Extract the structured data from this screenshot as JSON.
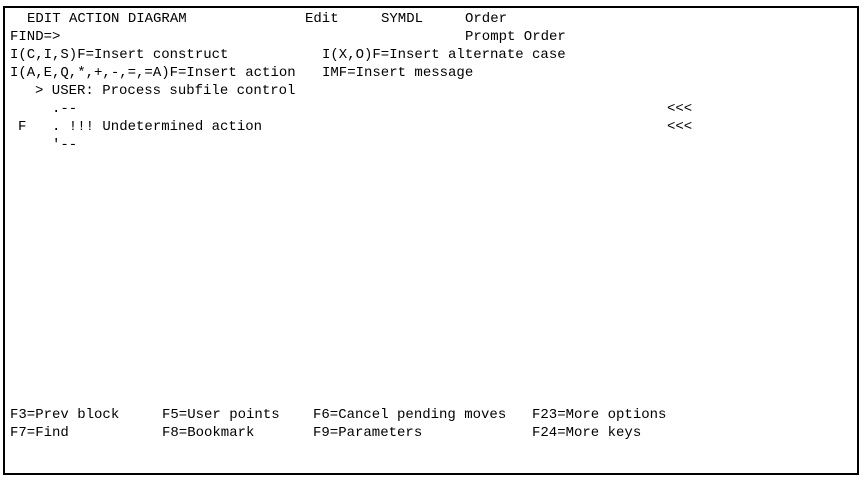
{
  "colors": {
    "background": "#ffffff",
    "text": "#000000",
    "border": "#000000"
  },
  "header": {
    "title": "EDIT ACTION DIAGRAM",
    "mode": "Edit",
    "model": "SYMDL",
    "function_name": "Order"
  },
  "find_line": {
    "label": "FIND=>",
    "value": "",
    "prompt_function": "Prompt Order"
  },
  "help": {
    "insert_construct": "I(C,I,S)F=Insert construct",
    "insert_alternate_case": "I(X,O)F=Insert alternate case",
    "insert_action": "I(A,E,Q,*,+,-,=,=A)F=Insert action",
    "insert_message": "IMF=Insert message"
  },
  "diagram": {
    "user_point": "> USER: Process subfile control",
    "construct_top": ".--",
    "line_command": "F",
    "undetermined_action": ". !!! Undetermined action",
    "construct_bottom": "'--",
    "marker_top": "<<<",
    "marker_bottom": "<<<"
  },
  "function_keys": {
    "row1": [
      "F3=Prev block",
      "F5=User points",
      "F6=Cancel pending moves",
      "F23=More options"
    ],
    "row2": [
      "F7=Find",
      "F8=Bookmark",
      "F9=Parameters",
      "F24=More keys"
    ]
  }
}
